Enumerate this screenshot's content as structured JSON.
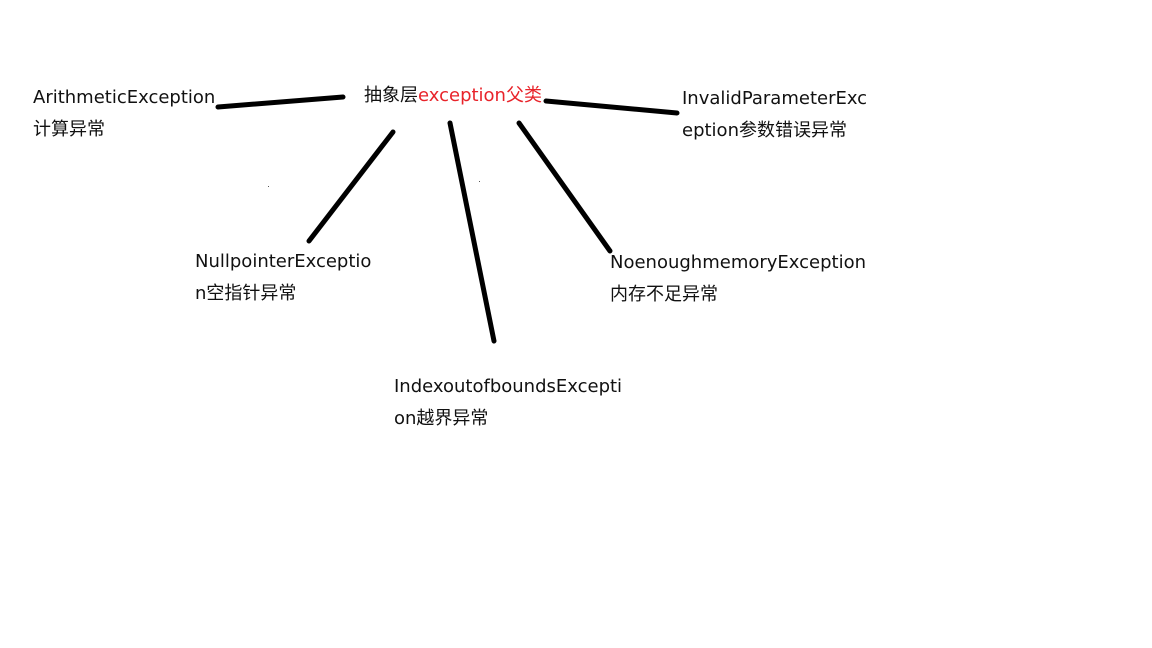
{
  "root": {
    "prefix": "抽象层",
    "highlight": "exception父类"
  },
  "colors": {
    "edge": "#000000",
    "text": "#111111",
    "accent": "#e8232a",
    "background": "#ffffff"
  },
  "nodes": {
    "arithmetic": {
      "line1": "ArithmeticException",
      "line2": "计算异常"
    },
    "invalid_parameter": {
      "line1": "InvalidParameterExc",
      "line2": "eption参数错误异常"
    },
    "null_pointer": {
      "line1": "NullpointerExceptio",
      "line2": "n空指针异常"
    },
    "no_enough_memory": {
      "line1": "NoenoughmemoryException",
      "line2": "内存不足异常"
    },
    "index_out_of_bounds": {
      "line1": "IndexoutofboundsExcepti",
      "line2": "on越界异常"
    }
  }
}
